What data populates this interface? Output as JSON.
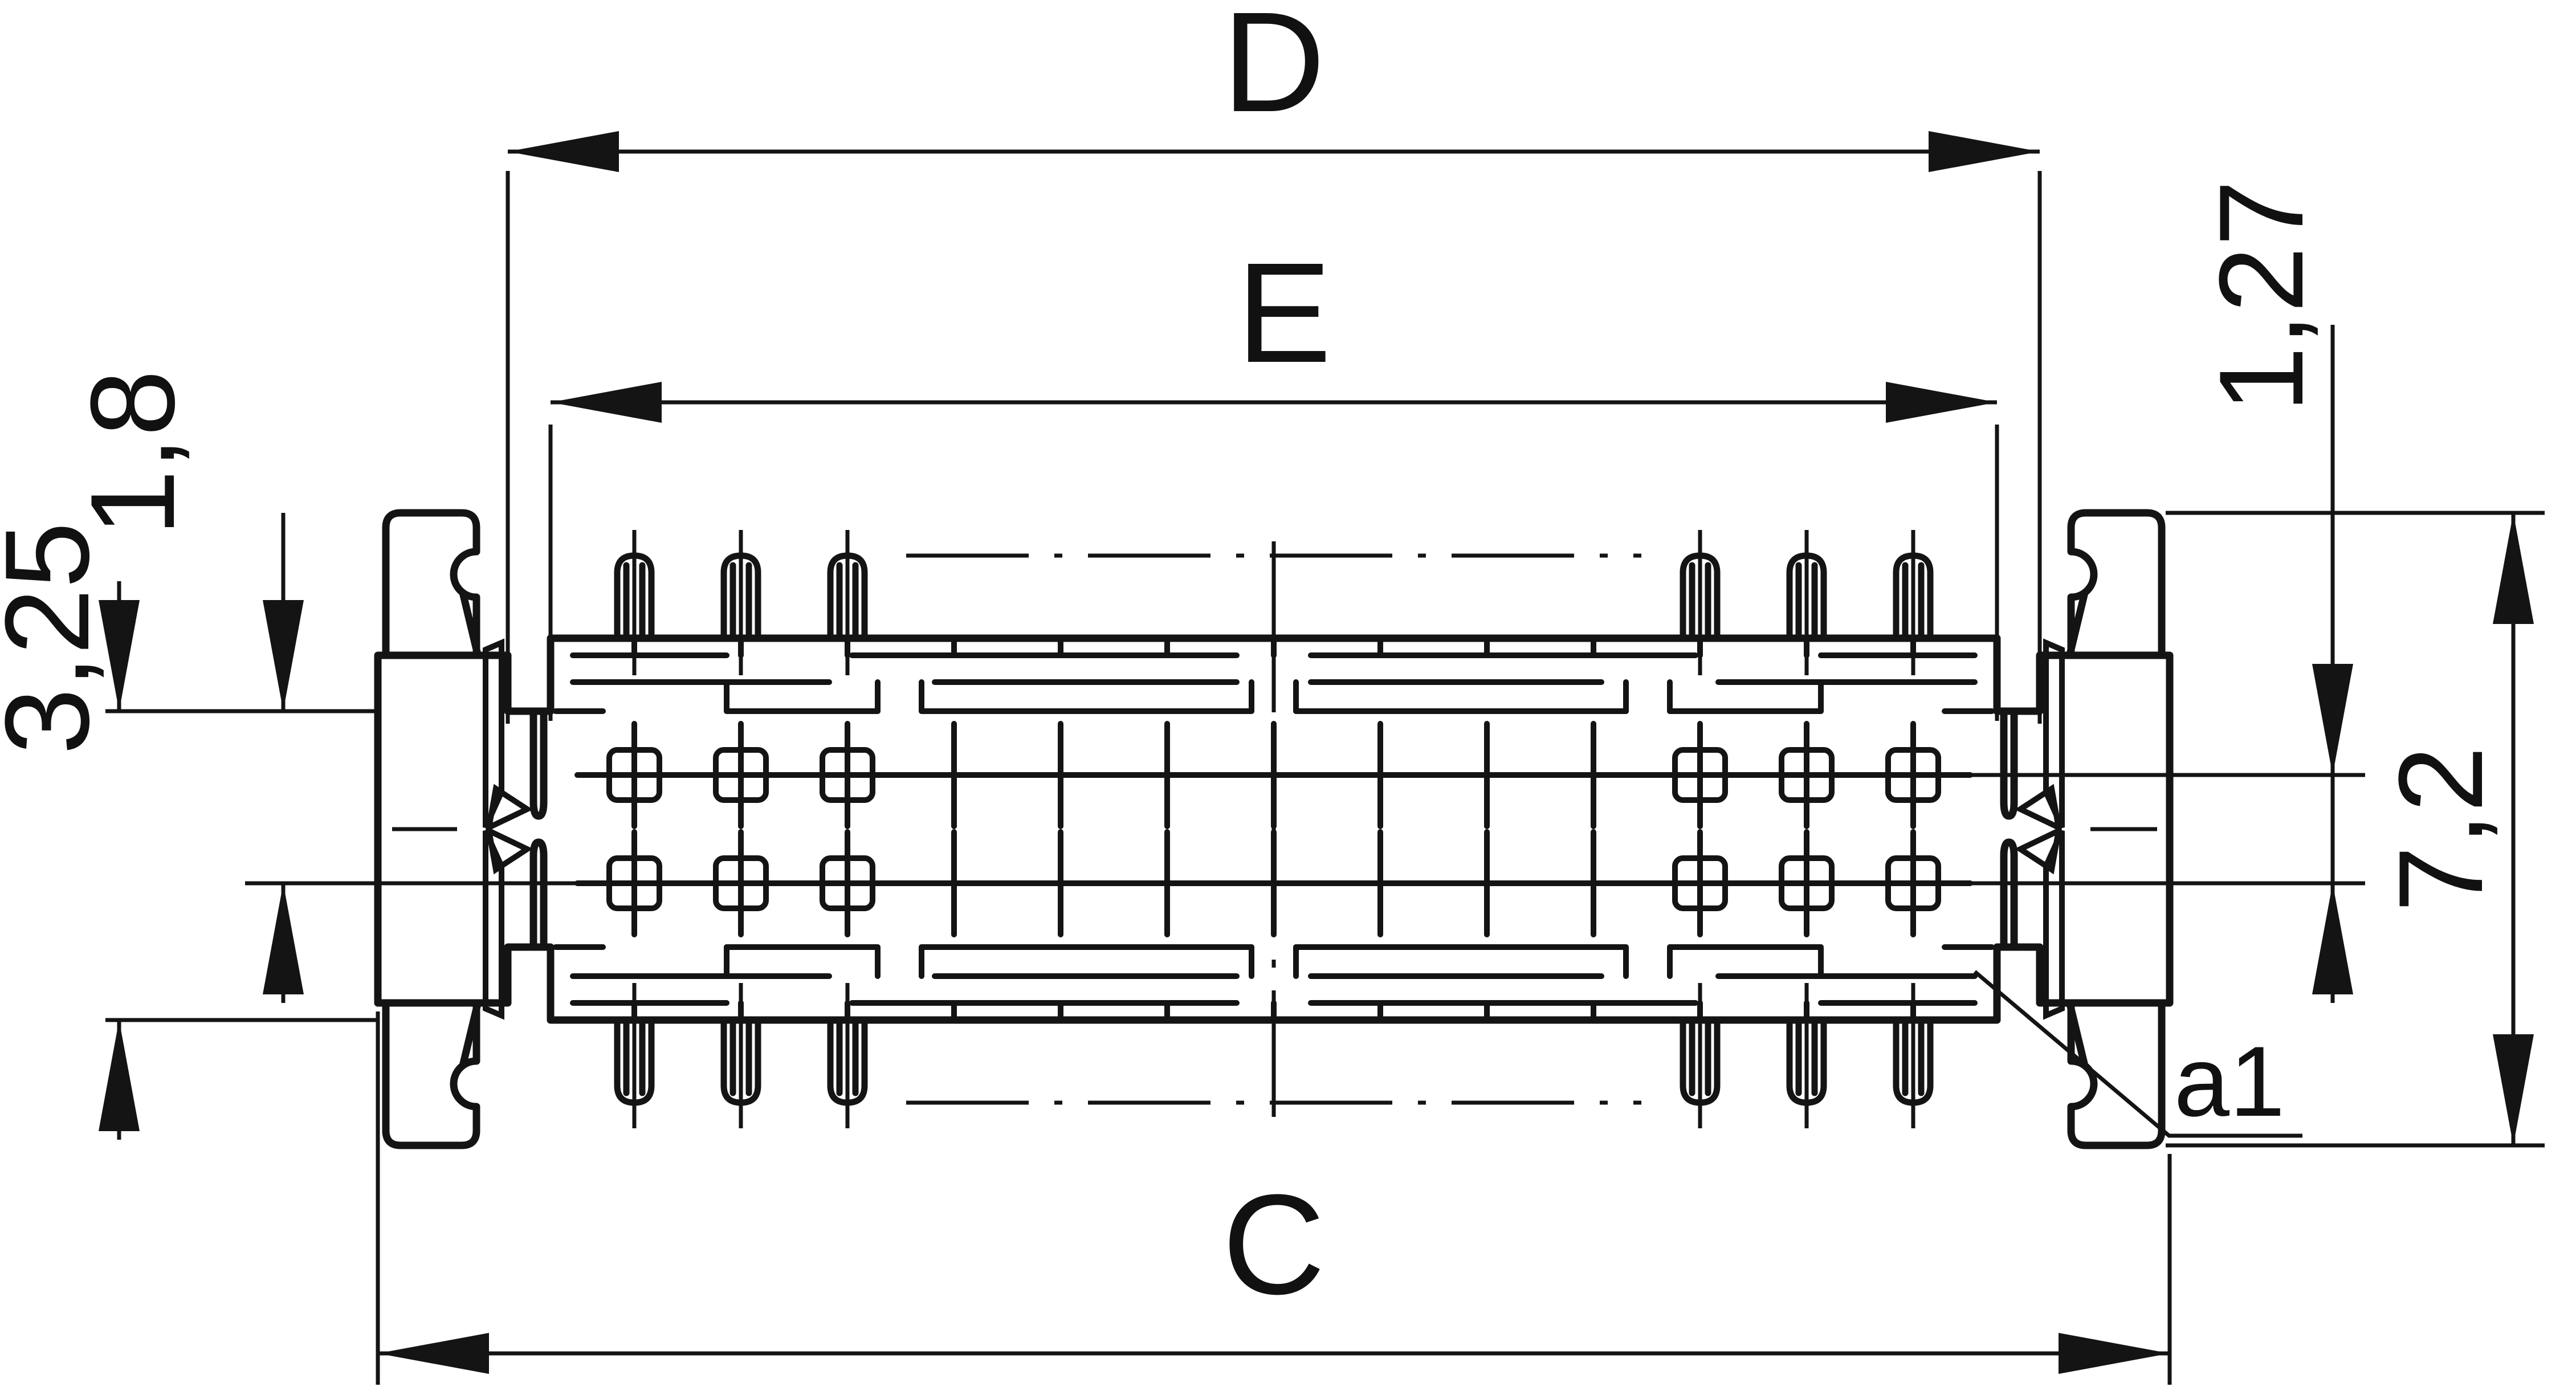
{
  "page": {
    "background": "#ffffff",
    "line_color": "#141414"
  },
  "diagram": {
    "type": "technical-drawing",
    "subject": "SMD board connector, top view with dimensioning",
    "dimensions": {
      "overall_width": {
        "label": "C"
      },
      "flange_width": {
        "label": "D"
      },
      "shroud_width": {
        "label": "E"
      },
      "edge_to_row": {
        "label": "1,8"
      },
      "edge_to_bottom": {
        "label": "3,25"
      },
      "row_pitch": {
        "label": "1,27"
      },
      "overall_height": {
        "label": "7,2"
      }
    },
    "callouts": {
      "first_pin": {
        "label": "a1"
      }
    }
  }
}
